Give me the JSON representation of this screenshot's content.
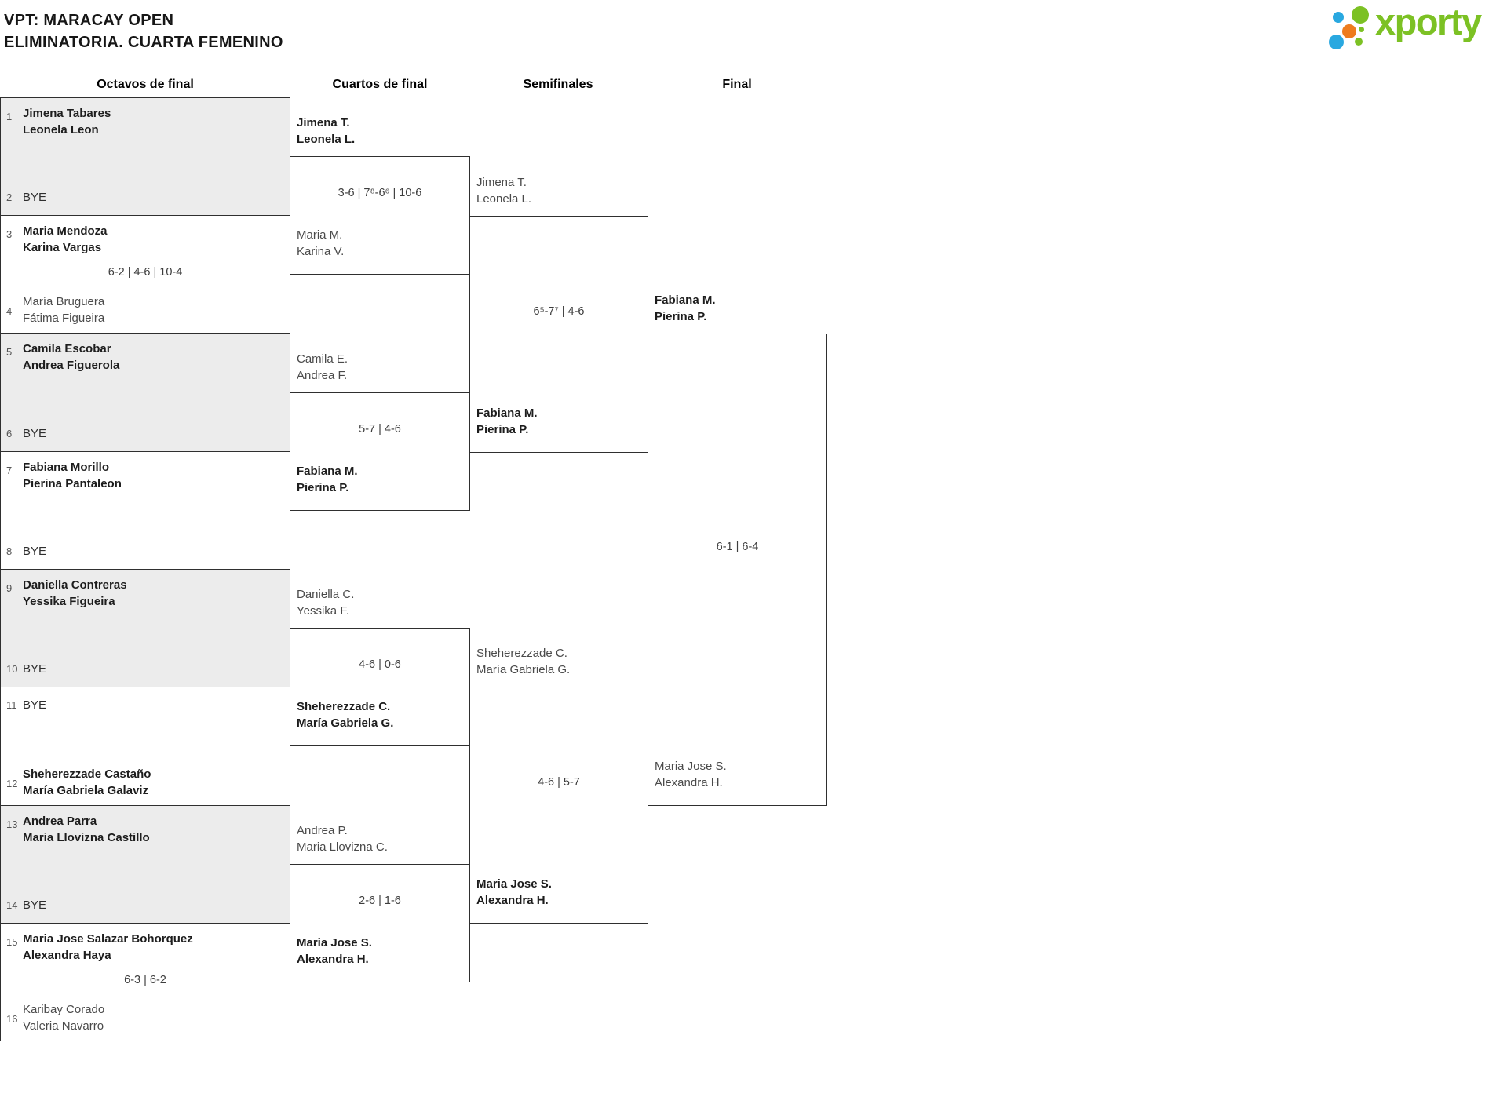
{
  "header": {
    "title_line1": "VPT: MARACAY OPEN",
    "title_line2": "ELIMINATORIA. CUARTA FEMENINO"
  },
  "logo": {
    "text": "xporty",
    "green": "#7cc124",
    "blue": "#29a8e0",
    "orange": "#ee7c1d"
  },
  "round_headers": [
    "Octavos de final",
    "Cuartos de final",
    "Semifinales",
    "Final"
  ],
  "octavos": [
    {
      "seed_top": "1",
      "top": [
        "Jimena Tabares",
        "Leonela Leon"
      ],
      "seed_bottom": "2",
      "bottom_bye": "BYE",
      "winner": "top"
    },
    {
      "seed_top": "3",
      "top": [
        "Maria Mendoza",
        "Karina Vargas"
      ],
      "score": "6-2 | 4-6 | 10-4",
      "seed_bottom": "4",
      "bottom": [
        "María Bruguera",
        "Fátima Figueira"
      ],
      "winner": "top"
    },
    {
      "seed_top": "5",
      "top": [
        "Camila Escobar",
        "Andrea Figuerola"
      ],
      "seed_bottom": "6",
      "bottom_bye": "BYE",
      "winner": "top"
    },
    {
      "seed_top": "7",
      "top": [
        "Fabiana Morillo",
        "Pierina Pantaleon"
      ],
      "seed_bottom": "8",
      "bottom_bye": "BYE",
      "winner": "top"
    },
    {
      "seed_top": "9",
      "top": [
        "Daniella Contreras",
        "Yessika Figueira"
      ],
      "seed_bottom": "10",
      "bottom_bye": "BYE",
      "winner": "top"
    },
    {
      "seed_top": "11",
      "top_bye": "BYE",
      "seed_bottom": "12",
      "bottom": [
        "Sheherezzade Castaño",
        "María Gabriela Galaviz"
      ],
      "winner": "bottom"
    },
    {
      "seed_top": "13",
      "top": [
        "Andrea Parra",
        "Maria Llovizna Castillo"
      ],
      "seed_bottom": "14",
      "bottom_bye": "BYE",
      "winner": "top"
    },
    {
      "seed_top": "15",
      "top": [
        "Maria Jose Salazar Bohorquez",
        "Alexandra Haya"
      ],
      "score": "6-3 | 6-2",
      "seed_bottom": "16",
      "bottom": [
        "Karibay Corado",
        "Valeria Navarro"
      ],
      "winner": "top"
    }
  ],
  "cuartos": [
    {
      "top": [
        "Jimena T.",
        "Leonela L."
      ],
      "score": "3-6 | 7⁸-6⁶ | 10-6",
      "bottom": [
        "Maria M.",
        "Karina V."
      ],
      "winner": "top"
    },
    {
      "top": [
        "Camila E.",
        "Andrea F."
      ],
      "score": "5-7 | 4-6",
      "bottom": [
        "Fabiana M.",
        "Pierina P."
      ],
      "winner": "bottom"
    },
    {
      "top": [
        "Daniella C.",
        "Yessika F."
      ],
      "score": "4-6 | 0-6",
      "bottom": [
        "Sheherezzade C.",
        "María Gabriela G."
      ],
      "winner": "bottom"
    },
    {
      "top": [
        "Andrea P.",
        "Maria Llovizna C."
      ],
      "score": "2-6 | 1-6",
      "bottom": [
        "Maria Jose S.",
        "Alexandra H."
      ],
      "winner": "bottom"
    }
  ],
  "semifinales": [
    {
      "top": [
        "Jimena T.",
        "Leonela L."
      ],
      "score": "6⁵-7⁷ | 4-6",
      "bottom": [
        "Fabiana M.",
        "Pierina P."
      ],
      "winner": "bottom"
    },
    {
      "top": [
        "Sheherezzade C.",
        "María Gabriela G."
      ],
      "score": "4-6 | 5-7",
      "bottom": [
        "Maria Jose S.",
        "Alexandra H."
      ],
      "winner": "bottom"
    }
  ],
  "final": [
    {
      "top": [
        "Fabiana M.",
        "Pierina P."
      ],
      "score": "6-1 | 6-4",
      "bottom": [
        "Maria Jose S.",
        "Alexandra H."
      ],
      "winner": "top"
    }
  ]
}
